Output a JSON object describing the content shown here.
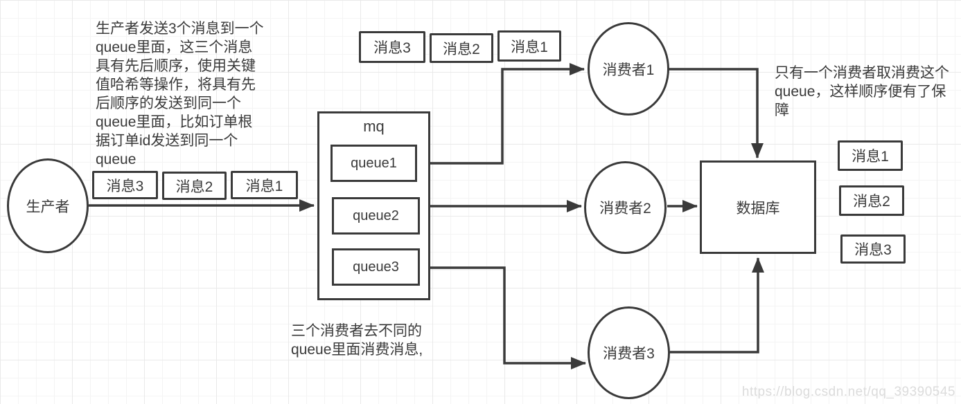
{
  "colors": {
    "stroke": "#3a3a3a",
    "text": "#3a3a3a",
    "grid_minor": "#f4f4f4",
    "grid_major": "#e9e9e9",
    "shape_fill": "#ffffff",
    "watermark": "#dcdcdc"
  },
  "notes": {
    "producer_note": "生产者发送3个消息到一个\nqueue里面，这三个消息\n具有先后顺序，使用关键\n值哈希等操作，将具有先\n后顺序的发送到同一个\nqueue里面，比如订单根\n据订单id发送到同一个\nqueue",
    "consumer_note": "只有一个消费者取消费这个\nqueue，这样顺序便有了保\n障",
    "bottom_note": "三个消费者去不同的\nqueue里面消费消息,"
  },
  "nodes": {
    "producer": {
      "label": "生产者"
    },
    "mq": {
      "label": "mq",
      "queues": [
        {
          "label": "queue1"
        },
        {
          "label": "queue2"
        },
        {
          "label": "queue3"
        }
      ]
    },
    "consumers": [
      {
        "label": "消费者1"
      },
      {
        "label": "消费者2"
      },
      {
        "label": "消费者3"
      }
    ],
    "database": {
      "label": "数据库"
    }
  },
  "messages": {
    "producer_row": [
      "消息3",
      "消息2",
      "消息1"
    ],
    "top_row": [
      "消息3",
      "消息2",
      "消息1"
    ],
    "right_column": [
      "消息1",
      "消息2",
      "消息3"
    ]
  },
  "watermark": "https://blog.csdn.net/qq_39390545"
}
